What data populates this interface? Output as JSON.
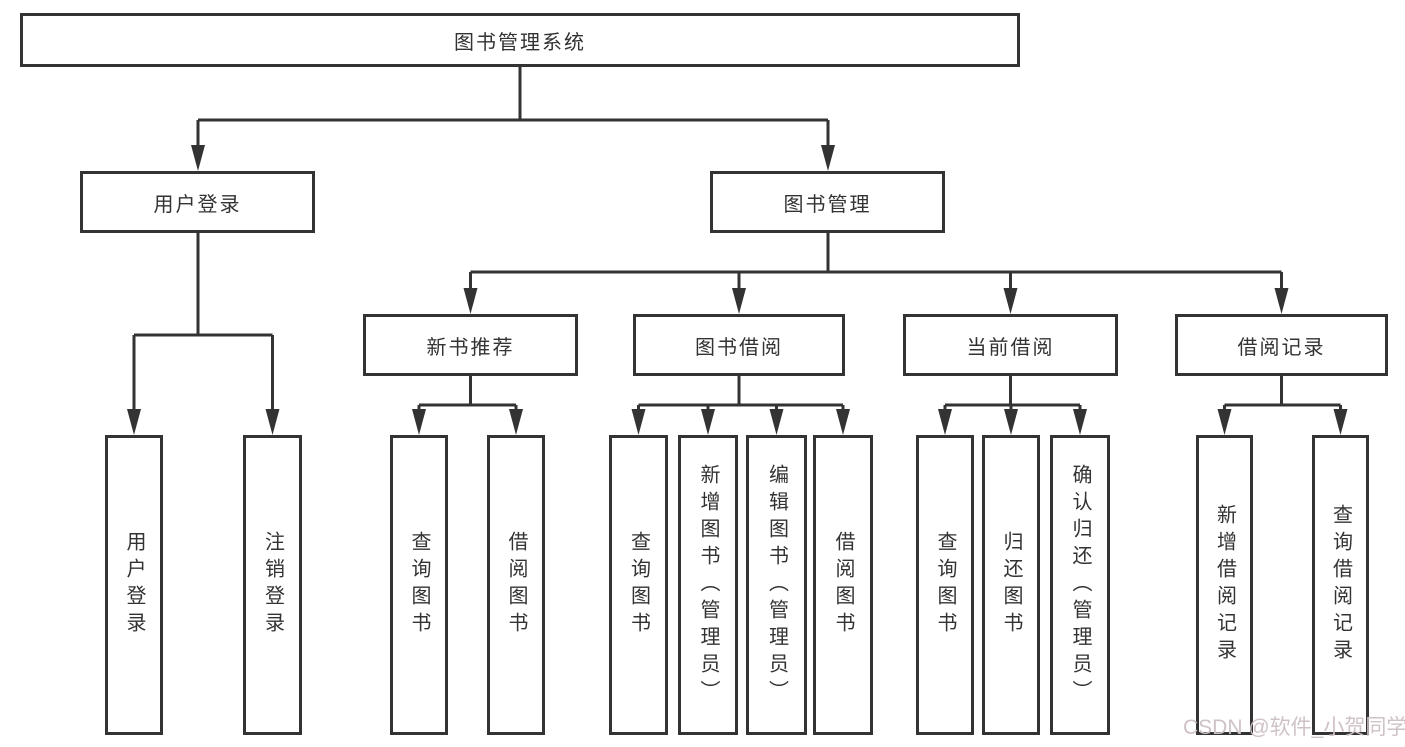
{
  "diagram_type": "hierarchy-tree",
  "tree": {
    "label": "图书管理系统",
    "children": [
      {
        "label": "用户登录",
        "children": [
          {
            "label": "用户登录"
          },
          {
            "label": "注销登录"
          }
        ]
      },
      {
        "label": "图书管理",
        "children": [
          {
            "label": "新书推荐",
            "children": [
              {
                "label": "查询图书"
              },
              {
                "label": "借阅图书"
              }
            ]
          },
          {
            "label": "图书借阅",
            "children": [
              {
                "label": "查询图书"
              },
              {
                "label": "新增图书（管理员）"
              },
              {
                "label": "编辑图书（管理员）"
              },
              {
                "label": "借阅图书"
              }
            ]
          },
          {
            "label": "当前借阅",
            "children": [
              {
                "label": "查询图书"
              },
              {
                "label": "归还图书"
              },
              {
                "label": "确认归还（管理员）"
              }
            ]
          },
          {
            "label": "借阅记录",
            "children": [
              {
                "label": "新增借阅记录"
              },
              {
                "label": "查询借阅记录"
              }
            ]
          }
        ]
      }
    ]
  },
  "watermark": "CSDN @软件_小贺同学",
  "colors": {
    "line": "#333333",
    "text": "#333333",
    "background": "#ffffff",
    "watermark": "#cfc2c6"
  }
}
